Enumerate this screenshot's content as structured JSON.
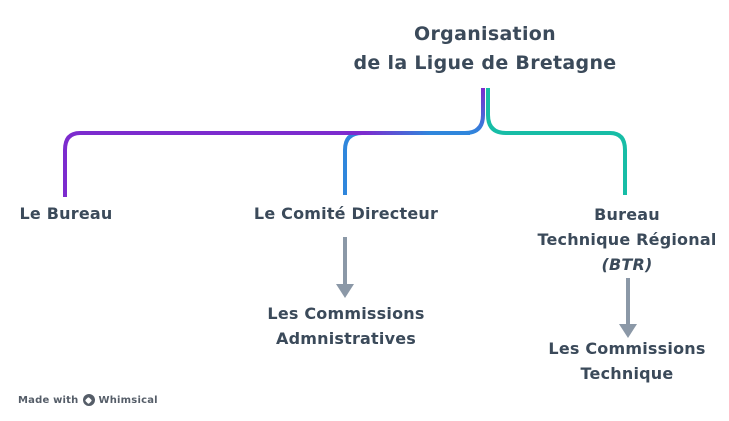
{
  "title": {
    "line1": "Organisation",
    "line2": "de la Ligue de Bretagne"
  },
  "nodes": {
    "bureau": {
      "label": "Le Bureau"
    },
    "comite": {
      "label": "Le Comité Directeur"
    },
    "btr": {
      "line1": "Bureau",
      "line2": "Technique Régional",
      "line3": "(BTR)"
    },
    "commissions_admin": {
      "line1": "Les Commissions",
      "line2": "Admnistratives"
    },
    "commissions_tech": {
      "line1": "Les Commissions",
      "line2": "Technique"
    }
  },
  "watermark": {
    "made_with": "Made with",
    "brand": "Whimsical"
  },
  "colors": {
    "purple": "#7c2bce",
    "blue": "#2f86dc",
    "teal": "#17bda6",
    "arrow_gray": "#8b98a7",
    "text": "#3b4a5a",
    "watermark": "#47505c"
  }
}
